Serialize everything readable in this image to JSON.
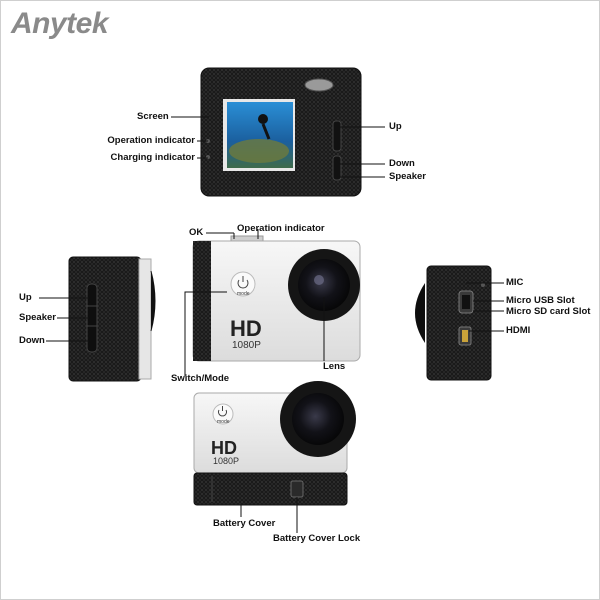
{
  "brand": {
    "logo_text": "Anytek"
  },
  "labels": {
    "screen": "Screen",
    "operation_indicator_back": "Operation indicator",
    "charging_indicator": "Charging indicator",
    "up_right": "Up",
    "down_right": "Down",
    "speaker_right": "Speaker",
    "ok": "OK",
    "operation_indicator_top": "Operation indicator",
    "up_left": "Up",
    "speaker_left": "Speaker",
    "down_left": "Down",
    "switch_mode": "Switch/Mode",
    "lens": "Lens",
    "mic": "MIC",
    "micro_usb": "Micro USB Slot",
    "micro_sd": "Micro SD card Slot",
    "hdmi": "HDMI",
    "battery_cover": "Battery Cover",
    "battery_cover_lock": "Battery Cover Lock"
  },
  "camera_marks": {
    "hd_text": "HD",
    "resolution_text": "1080P",
    "mode_text": "mode"
  },
  "colors": {
    "body_black": "#1c1c1c",
    "body_white": "#ededed",
    "logo_gray": "#8a8a8a",
    "lens_dark": "#0d0d0d"
  }
}
